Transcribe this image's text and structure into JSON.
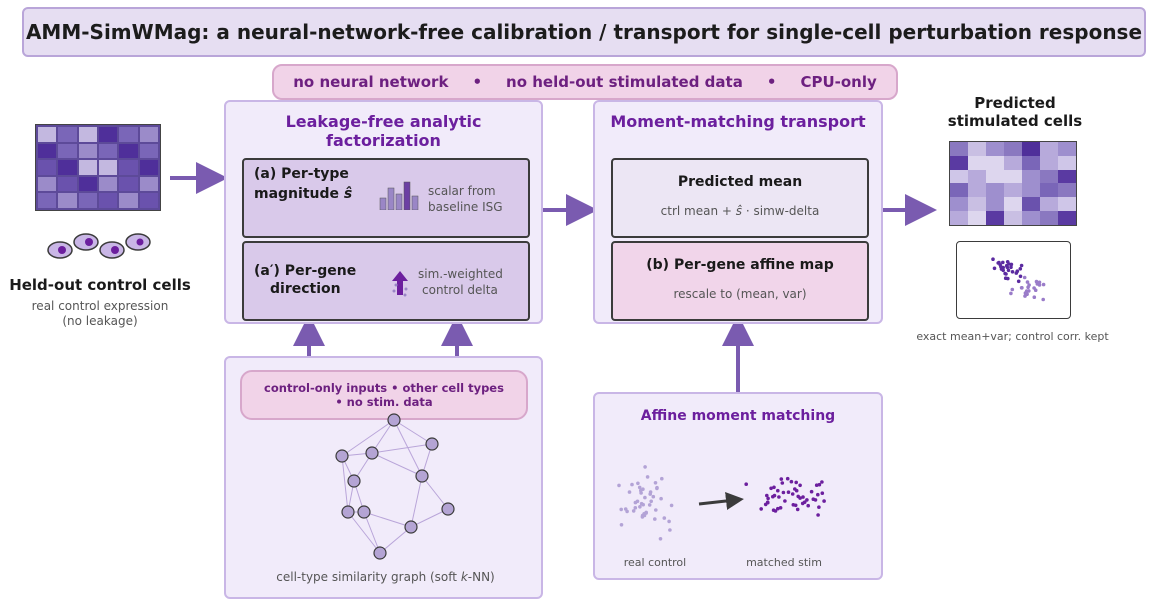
{
  "title": "AMM-SimWMag: a neural-network-free calibration / transport for single-cell perturbation response",
  "constraints": [
    "no neural network",
    "no held-out stimulated data",
    "CPU-only"
  ],
  "constraint_separator": "•",
  "input": {
    "title": "Held-out control cells",
    "subtitle_line1": "real control expression",
    "subtitle_line2": "(no leakage)",
    "heatmap_colors": [
      "#c3b8e0",
      "#7a66b8",
      "#c3b8e0",
      "#4f2f9a",
      "#7a66b8",
      "#9b8bc9",
      "#4f2f9a",
      "#7a66b8",
      "#9b8bc9",
      "#7a66b8",
      "#4f2f9a",
      "#7a66b8",
      "#6a52ad",
      "#4f2f9a",
      "#c3b8e0",
      "#c3b8e0",
      "#6a52ad",
      "#4f2f9a",
      "#9b8bc9",
      "#6a52ad",
      "#4f2f9a",
      "#9b8bc9",
      "#6a52ad",
      "#9b8bc9",
      "#7a66b8",
      "#9b8bc9",
      "#7a66b8",
      "#6a52ad",
      "#9b8bc9",
      "#6a52ad"
    ]
  },
  "factorization": {
    "title": "Leakage-free analytic factorization",
    "magnitude": {
      "label_line1": "(a) Per-type",
      "label_line2_prefix": "magnitude ",
      "symbol": "ŝ",
      "note_line1": "scalar from",
      "note_line2": "baseline ISG"
    },
    "direction": {
      "label_line1": "(a′) Per-gene",
      "label_line2": "direction",
      "note_line1": "sim.-weighted",
      "note_line2": "control delta"
    }
  },
  "graph": {
    "inputs_line1": "control-only inputs • other cell types",
    "inputs_line2": "• no stim. data",
    "caption_prefix": "cell-type similarity graph (soft ",
    "caption_k": "k",
    "caption_suffix": "-NN)"
  },
  "transport": {
    "title": "Moment-matching transport",
    "mean_title": "Predicted mean",
    "mean_formula_prefix": "ctrl mean + ",
    "mean_formula_symbol": "ŝ",
    "mean_formula_suffix": " · simw-delta",
    "affine_title": "(b) Per-gene affine map",
    "affine_note": "rescale to (mean, var)"
  },
  "affine_matching": {
    "title": "Affine moment matching",
    "left_label": "real control",
    "right_label": "matched stim"
  },
  "output": {
    "title_line1": "Predicted",
    "title_line2": "stimulated cells",
    "caption": "exact mean+var; control corr. kept",
    "heatmap_colors": [
      "#8a78c0",
      "#c9bfe3",
      "#9e8fce",
      "#8a78c0",
      "#4f2f9a",
      "#b7aadb",
      "#9e8fce",
      "#5a3aa2",
      "#ddd6ee",
      "#ddd6ee",
      "#b7aadb",
      "#7a66b8",
      "#b7aadb",
      "#cfc6e8",
      "#cfc6e8",
      "#b7aadb",
      "#ddd6ee",
      "#ddd6ee",
      "#9e8fce",
      "#8a78c0",
      "#5a3aa2",
      "#7a66b8",
      "#b7aadb",
      "#9e8fce",
      "#b7aadb",
      "#9e8fce",
      "#7a66b8",
      "#8a78c0",
      "#9e8fce",
      "#c9bfe3",
      "#9e8fce",
      "#ddd6ee",
      "#6a52ad",
      "#b7aadb",
      "#cfc6e8",
      "#b7aadb",
      "#ddd6ee",
      "#5a3aa2",
      "#c9bfe3",
      "#9e8fce",
      "#8a78c0",
      "#5a3aa2"
    ]
  },
  "colors": {
    "accent_purple": "#6c1f9e",
    "arrow": "#7a5bb0",
    "panel_bg": "#f1ebfa",
    "pink": "#f1d3e8"
  }
}
